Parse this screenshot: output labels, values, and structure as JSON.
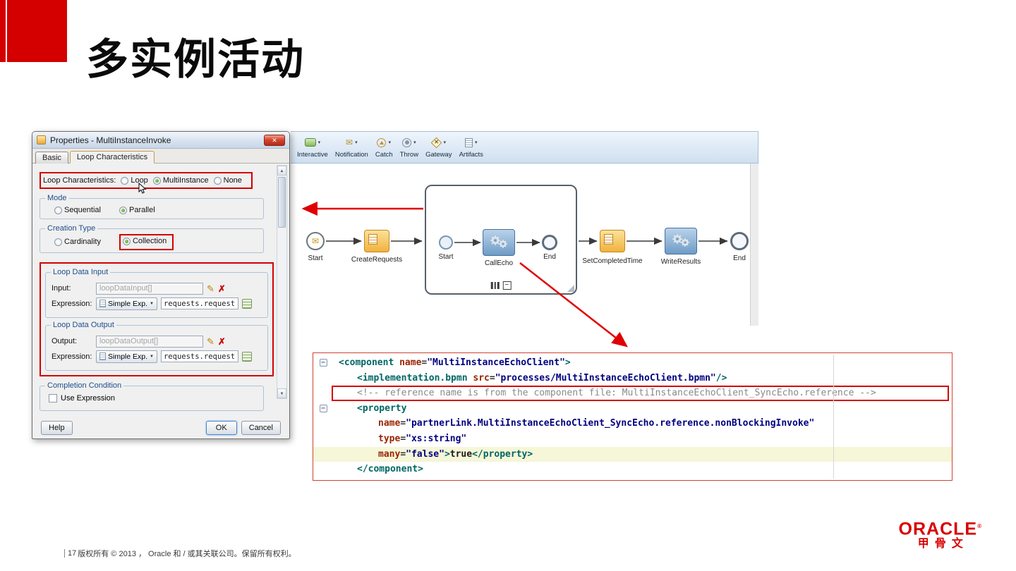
{
  "slide": {
    "title": "多实例活动",
    "page_number": "17",
    "copyright": "版权所有 © 2013 ， Oracle 和 / 或其关联公司。保留所有权利。"
  },
  "logo": {
    "wordmark": "ORACLE",
    "registered": "®",
    "chinese": "甲骨文"
  },
  "icons": {
    "close": "✕",
    "dropdown": "▼",
    "dropdown_small": "▾",
    "envelope": "✉",
    "pencil": "✎",
    "delete": "✗",
    "scroll_up": "▲",
    "scroll_down": "▼",
    "collapse_minus": "−"
  },
  "dialog": {
    "title": "Properties - MultiInstanceInvoke",
    "tabs": [
      {
        "label": "Basic"
      },
      {
        "label": "Loop Characteristics"
      }
    ],
    "loop_characteristics": {
      "label": "Loop Characteristics:",
      "options": [
        {
          "label": "Loop",
          "selected": false
        },
        {
          "label": "MultiInstance",
          "selected": true
        },
        {
          "label": "None",
          "selected": false
        }
      ]
    },
    "mode": {
      "label": "Mode",
      "options": [
        {
          "label": "Sequential",
          "selected": false
        },
        {
          "label": "Parallel",
          "selected": true
        }
      ]
    },
    "creation_type": {
      "label": "Creation Type",
      "options": [
        {
          "label": "Cardinality",
          "selected": false
        },
        {
          "label": "Collection",
          "selected": true
        }
      ]
    },
    "loop_data_input": {
      "label": "Loop Data Input",
      "input_label": "Input:",
      "input_value": "loopDataInput[]",
      "expression_label": "Expression:",
      "expression_type": "Simple Exp.",
      "expression_value": "requests.request"
    },
    "loop_data_output": {
      "label": "Loop Data Output",
      "output_label": "Output:",
      "output_value": "loopDataOutput[]",
      "expression_label": "Expression:",
      "expression_type": "Simple Exp.",
      "expression_value": "requests.request"
    },
    "completion_condition": {
      "label": "Completion Condition",
      "checkbox_label": "Use Expression",
      "checked": false
    },
    "buttons": {
      "help": "Help",
      "ok": "OK",
      "cancel": "Cancel"
    }
  },
  "toolbar": {
    "items": [
      {
        "label": "Interactive"
      },
      {
        "label": "Notification"
      },
      {
        "label": "Catch"
      },
      {
        "label": "Throw"
      },
      {
        "label": "Gateway"
      },
      {
        "label": "Artifacts"
      }
    ]
  },
  "diagram": {
    "outer_nodes": [
      {
        "label": "Start",
        "type": "message-start-event"
      },
      {
        "label": "CreateRequests",
        "type": "task"
      },
      {
        "label": "SetCompletedTime",
        "type": "task"
      },
      {
        "label": "WriteResults",
        "type": "service-task"
      },
      {
        "label": "End",
        "type": "end-event"
      }
    ],
    "subprocess": {
      "nodes": [
        {
          "label": "Start",
          "type": "start-event"
        },
        {
          "label": "CallEcho",
          "type": "service-task"
        },
        {
          "label": "End",
          "type": "end-event"
        }
      ]
    }
  },
  "code": {
    "lines": [
      {
        "collapse": true,
        "indent": 0,
        "boxed": false,
        "highlight": false,
        "tokens": [
          [
            "tag",
            "<component "
          ],
          [
            "attr",
            "name"
          ],
          [
            "plain",
            "="
          ],
          [
            "val",
            "\"MultiInstanceEchoClient\""
          ],
          [
            "tag",
            ">"
          ]
        ]
      },
      {
        "collapse": false,
        "indent": 1,
        "boxed": false,
        "highlight": false,
        "tokens": [
          [
            "tag",
            "<implementation.bpmn "
          ],
          [
            "attr",
            "src"
          ],
          [
            "plain",
            "="
          ],
          [
            "val",
            "\"processes/MultiInstanceEchoClient.bpmn\""
          ],
          [
            "tag",
            "/>"
          ]
        ]
      },
      {
        "collapse": false,
        "indent": 1,
        "boxed": true,
        "highlight": false,
        "tokens": [
          [
            "comment",
            "<!-- reference name is from the component file: MultiInstanceEchoClient_SyncEcho.reference -->"
          ]
        ]
      },
      {
        "collapse": true,
        "indent": 1,
        "boxed": false,
        "highlight": false,
        "tokens": [
          [
            "tag",
            "<property"
          ]
        ]
      },
      {
        "collapse": false,
        "indent": 2,
        "boxed": false,
        "highlight": false,
        "tokens": [
          [
            "attr",
            "name"
          ],
          [
            "plain",
            "="
          ],
          [
            "val",
            "\"partnerLink.MultiInstanceEchoClient_SyncEcho.reference.nonBlockingInvoke\""
          ]
        ]
      },
      {
        "collapse": false,
        "indent": 2,
        "boxed": false,
        "highlight": false,
        "tokens": [
          [
            "attr",
            "type"
          ],
          [
            "plain",
            "="
          ],
          [
            "val",
            "\"xs:string\""
          ]
        ]
      },
      {
        "collapse": false,
        "indent": 2,
        "boxed": false,
        "highlight": true,
        "tokens": [
          [
            "attr",
            "many"
          ],
          [
            "plain",
            "="
          ],
          [
            "val",
            "\"false\""
          ],
          [
            "tag",
            ">"
          ],
          [
            "bold",
            "true"
          ],
          [
            "tag",
            "</property>"
          ]
        ]
      },
      {
        "collapse": false,
        "indent": 1,
        "boxed": false,
        "highlight": false,
        "tokens": [
          [
            "tag",
            "</component>"
          ]
        ]
      }
    ]
  }
}
